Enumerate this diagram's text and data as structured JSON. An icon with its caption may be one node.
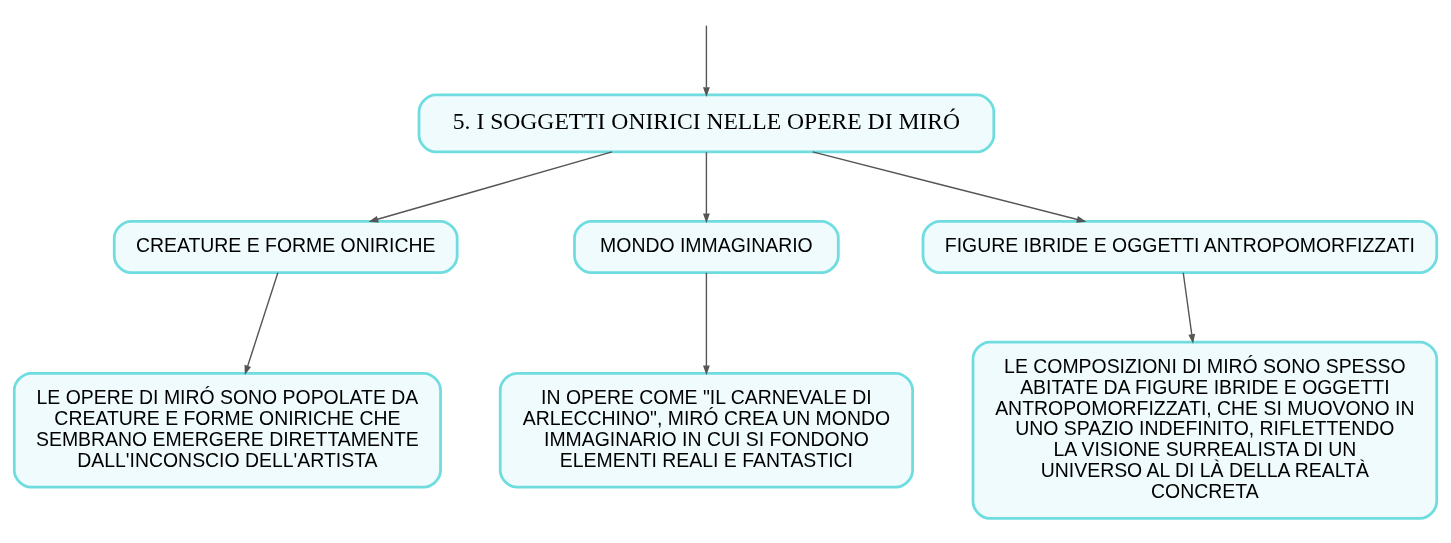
{
  "diagram": {
    "nodes": [
      {
        "text": [
          "5. I SOGGETTI ONIRICI NELLE OPERE DI MIRÓ"
        ]
      },
      {
        "text": [
          "CREATURE E FORME ONIRICHE"
        ]
      },
      {
        "text": [
          "MONDO IMMAGINARIO"
        ]
      },
      {
        "text": [
          "FIGURE IBRIDE E OGGETTI ANTROPOMORFIZZATI"
        ]
      },
      {
        "text": [
          "LE OPERE DI MIRÓ SONO POPOLATE DA CREATURE E FORME ONIRICHE CHE SEMBRANO EMERGERE DIRETTAMENTE DALL'INCONSCIO DELL'ARTISTA"
        ]
      },
      {
        "text": [
          "IN OPERE COME \"IL CARNEVALE DI ARLECCHINO\", MIRÓ CREA UN MONDO IMMAGINARIO IN CUI SI FONDONO ELEMENTI REALI E FANTASTICI"
        ]
      },
      {
        "text": [
          "LE COMPOSIZIONI DI MIRÓ SONO SPESSO ABITATE DA FIGURE IBRIDE E OGGETTI ANTROPOMORFIZZATI, CHE SI MUOVONO IN UNO SPAZIO INDEFINITO, RIFLETTENDO LA VISIONE SURREALISTA DI UN UNIVERSO AL DI LÀ DELLA REALTÀ CONCRETA"
        ]
      }
    ],
    "edges": [
      {
        "from": null,
        "to": 0,
        "arrow": "to"
      },
      {
        "from": 0,
        "to": 1,
        "arrow": "to"
      },
      {
        "from": 0,
        "to": 2,
        "arrow": "to"
      },
      {
        "from": 0,
        "to": 3,
        "arrow": "to"
      },
      {
        "from": 1,
        "to": 4,
        "arrow": "to"
      },
      {
        "from": 2,
        "to": 5,
        "arrow": "to"
      },
      {
        "from": 3,
        "to": 6,
        "arrow": "to"
      }
    ]
  }
}
